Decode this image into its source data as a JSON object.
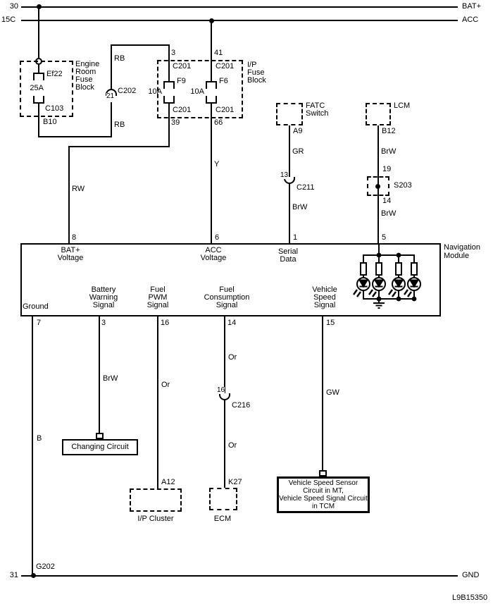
{
  "diagram_id": "L9B15350",
  "rails": {
    "bat": {
      "terminal": "30",
      "name": "BAT+"
    },
    "acc": {
      "terminal": "15C",
      "name": "ACC"
    },
    "gnd": {
      "terminal": "31",
      "name": "GND",
      "ground_ref": "G202"
    }
  },
  "engine_fuse_block": {
    "line1": "Engine",
    "line2": "Room",
    "line3": "Fuse",
    "line4": "Block",
    "fuse_id": "Ef22",
    "rating": "25A",
    "connector": "C103",
    "pin": "B10"
  },
  "c202": {
    "pin": "21",
    "name": "C202",
    "wire_up": "RB",
    "wire_down": "RB"
  },
  "ip_fuse_block": {
    "line1": "I/P",
    "line2": "Fuse",
    "line3": "Block",
    "f9": {
      "pin_top": "3",
      "conn_top": "C201",
      "id": "F9",
      "rating": "10A",
      "conn_bot": "C201",
      "pin_bot": "39",
      "wire": "RW"
    },
    "f6": {
      "pin_top": "41",
      "conn_top": "C201",
      "id": "F6",
      "rating": "10A",
      "conn_bot": "C201",
      "pin_bot": "66",
      "wire": "Y"
    }
  },
  "fatc": {
    "line1": "FATC",
    "line2": "Switch",
    "pin": "A9",
    "wire_up": "GR",
    "wire_down": "BrW"
  },
  "c211": {
    "pin": "13",
    "name": "C211"
  },
  "lcm": {
    "name": "LCM",
    "pin": "B12",
    "wire": "BrW"
  },
  "s203": {
    "pin_top": "19",
    "name": "S203",
    "pin_bot": "14",
    "wire_down": "BrW"
  },
  "nav": {
    "line1": "Navigation",
    "line2": "Module",
    "pin8": {
      "num": "8",
      "l1": "BAT+",
      "l2": "Voltage"
    },
    "pin6": {
      "num": "6",
      "l1": "ACC",
      "l2": "Voltage"
    },
    "pin1": {
      "num": "1",
      "l1": "Serial",
      "l2": "Data"
    },
    "pin5": {
      "num": "5"
    },
    "pin7": {
      "num": "7",
      "label": "Ground",
      "wire": "B"
    },
    "pin3": {
      "num": "3",
      "l1": "Battery",
      "l2": "Warning",
      "l3": "Signal",
      "wire": "BrW"
    },
    "pin16": {
      "num": "16",
      "l1": "Fuel",
      "l2": "PWM",
      "l3": "Signal",
      "wire": "Or"
    },
    "pin14": {
      "num": "14",
      "l1": "Fuel",
      "l2": "Consumption",
      "l3": "Signal",
      "wire_up": "Or",
      "wire_down": "Or"
    },
    "pin15": {
      "num": "15",
      "l1": "Vehicle",
      "l2": "Speed",
      "l3": "Signal",
      "wire": "GW"
    }
  },
  "changing_circuit": {
    "label": "Changing Circuit"
  },
  "ip_cluster": {
    "pin": "A12",
    "label": "I/P Cluster"
  },
  "c216": {
    "pin": "16",
    "name": "C216"
  },
  "ecm": {
    "pin": "K27",
    "label": "ECM"
  },
  "vss": {
    "line1": "Vehicle Speed Sensor",
    "line2": "Circuit in MT,",
    "line3": "Vehicle Speed Signal Circuit",
    "line4": "in TCM"
  }
}
